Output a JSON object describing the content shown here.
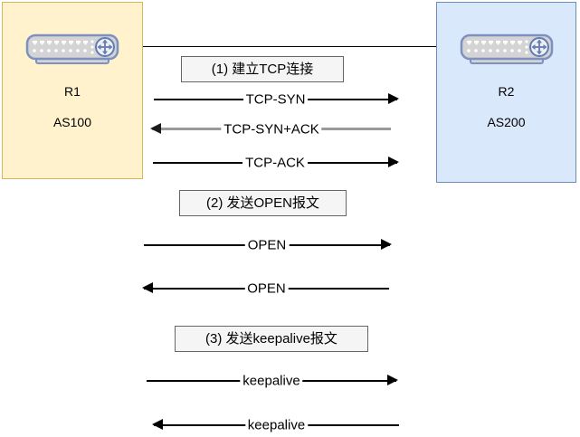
{
  "nodes": {
    "r1": {
      "name": "R1",
      "as_label": "AS100"
    },
    "r2": {
      "name": "R2",
      "as_label": "AS200"
    }
  },
  "steps": [
    {
      "label": "(1) 建立TCP连接"
    },
    {
      "label": "(2) 发送OPEN报文"
    },
    {
      "label": "(3) 发送keepalive报文"
    }
  ],
  "messages": [
    {
      "label": "TCP-SYN",
      "direction": "right"
    },
    {
      "label": "TCP-SYN+ACK",
      "direction": "left"
    },
    {
      "label": "TCP-ACK",
      "direction": "right"
    },
    {
      "label": "OPEN",
      "direction": "right"
    },
    {
      "label": "OPEN",
      "direction": "left"
    },
    {
      "label": "keepalive",
      "direction": "right"
    },
    {
      "label": "keepalive",
      "direction": "left"
    }
  ],
  "icons": {
    "left": "router-icon",
    "right": "router-icon"
  },
  "colors": {
    "r1_fill": "#FFF2CC",
    "r1_border": "#D6B656",
    "r2_fill": "#DAE8FC",
    "r2_border": "#6C8EBF",
    "step_fill": "#F5F5F5",
    "step_border": "#666666",
    "arrow": "#000000",
    "arrow_gray": "#999999"
  }
}
